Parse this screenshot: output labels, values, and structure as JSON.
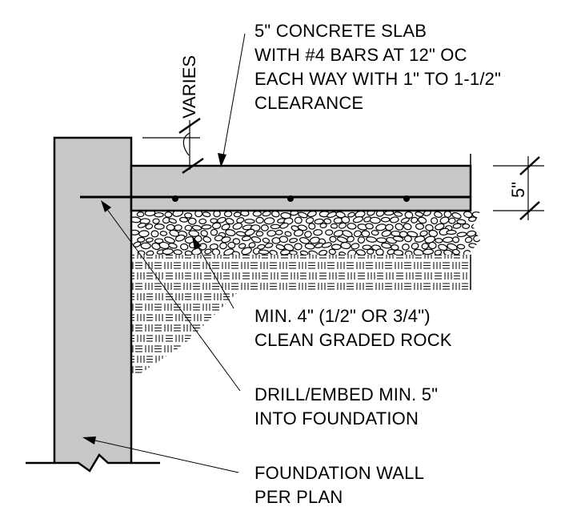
{
  "notes": {
    "slab": {
      "line1": "5\" CONCRETE SLAB",
      "line2": "WITH #4 BARS AT 12\" OC",
      "line3": "EACH WAY WITH 1\" TO 1-1/2\"",
      "line4": "CLEARANCE"
    },
    "varies": "VARIES",
    "slab_thickness": "5\"",
    "rock": {
      "line1": "MIN. 4\" (1/2\" OR 3/4\")",
      "line2": "CLEAN GRADED ROCK"
    },
    "dowel": {
      "line1": "DRILL/EMBED MIN. 5\"",
      "line2": "INTO FOUNDATION"
    },
    "foundation": {
      "line1": "FOUNDATION WALL",
      "line2": "PER PLAN"
    }
  },
  "colors": {
    "concrete": "#c8c8c8",
    "line": "#000000",
    "background": "#ffffff"
  }
}
